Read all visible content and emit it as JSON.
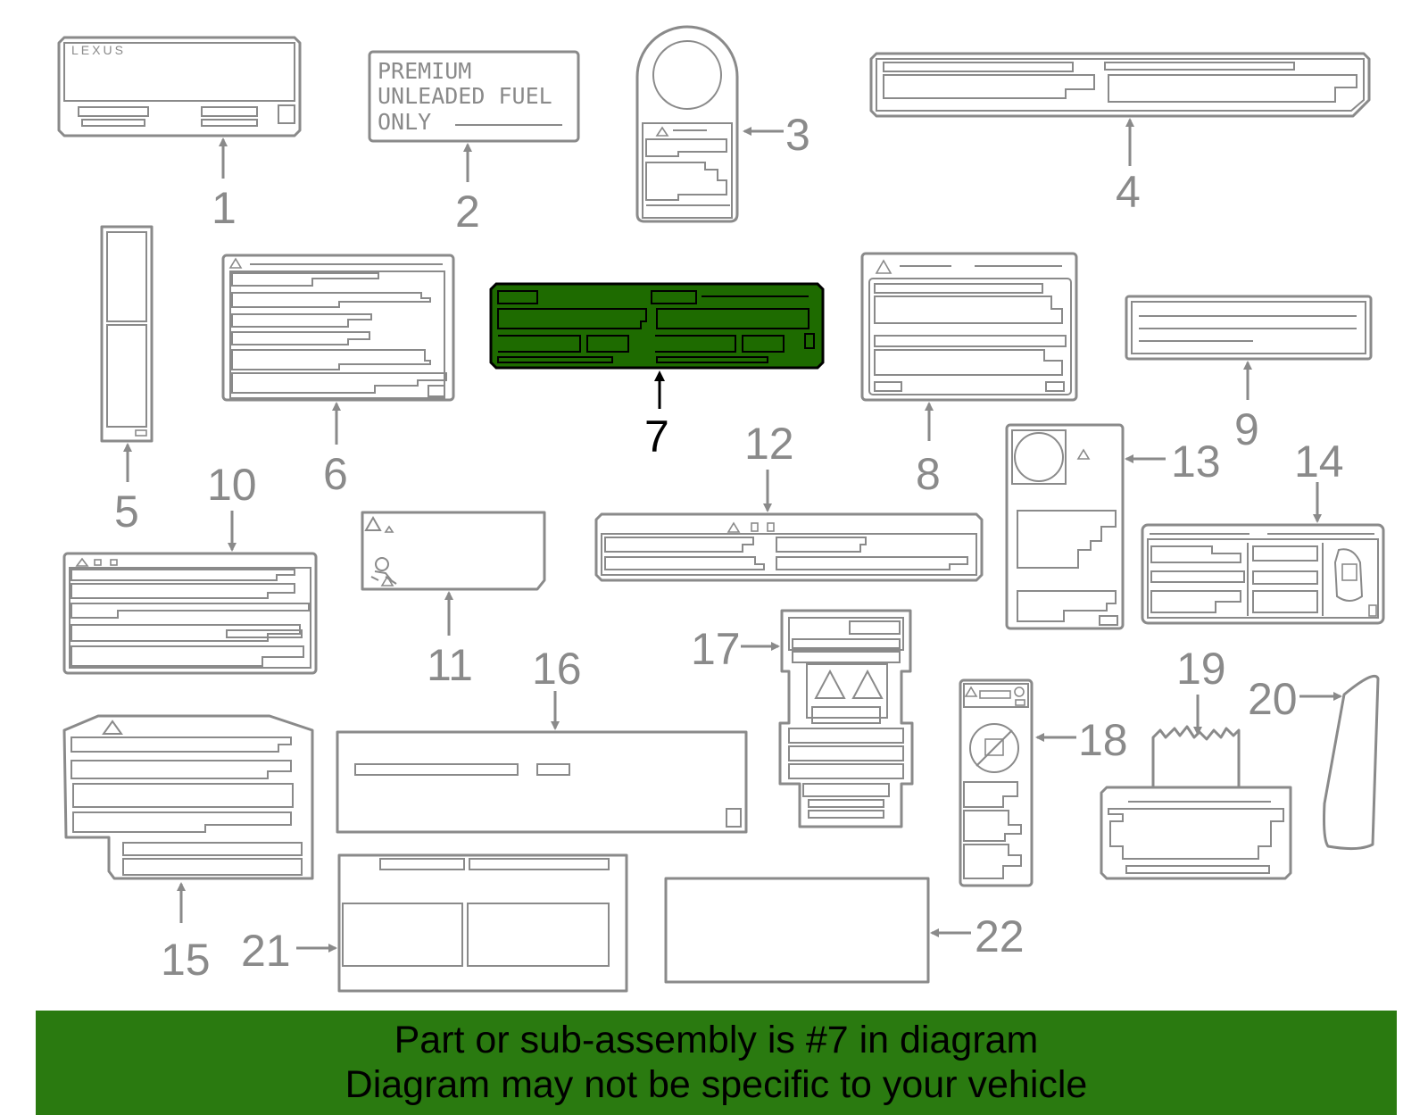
{
  "selected_part": "7",
  "label_2_text": [
    "PREMIUM",
    "UNLEADED FUEL",
    "ONLY"
  ],
  "label_1_logo": "LEXUS",
  "callouts": [
    "1",
    "2",
    "3",
    "4",
    "5",
    "6",
    "7",
    "8",
    "9",
    "10",
    "11",
    "12",
    "13",
    "14",
    "15",
    "16",
    "17",
    "18",
    "19",
    "20",
    "21",
    "22"
  ],
  "banner": {
    "line1": "Part or sub-assembly is #7 in diagram",
    "line2": "Diagram may not be specific to your vehicle"
  },
  "colors": {
    "line": "#8a8a8a",
    "highlight": "#1e6b00",
    "banner": "#2a7a10"
  }
}
